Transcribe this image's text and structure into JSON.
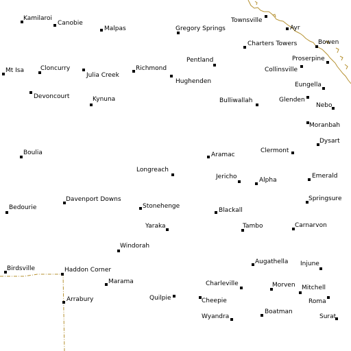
{
  "map": {
    "colors": {
      "background": "#ffffff",
      "coastline": "#b5902f",
      "state_border": "#b5902f",
      "marker": "#000000",
      "label": "#000000"
    },
    "places": [
      {
        "id": "kamilaroi",
        "name": "Kamilaroi"
      },
      {
        "id": "canobie",
        "name": "Canobie"
      },
      {
        "id": "malpas",
        "name": "Malpas"
      },
      {
        "id": "gregory-springs",
        "name": "Gregory Springs"
      },
      {
        "id": "townsville",
        "name": "Townsville"
      },
      {
        "id": "ayr",
        "name": "Ayr"
      },
      {
        "id": "charters-towers",
        "name": "Charters Towers"
      },
      {
        "id": "bowen",
        "name": "Bowen"
      },
      {
        "id": "proserpine",
        "name": "Proserpine"
      },
      {
        "id": "collinsville",
        "name": "Collinsville"
      },
      {
        "id": "pentland",
        "name": "Pentland"
      },
      {
        "id": "mt-isa",
        "name": "Mt Isa"
      },
      {
        "id": "cloncurry",
        "name": "Cloncurry"
      },
      {
        "id": "julia-creek",
        "name": "Julia Creek"
      },
      {
        "id": "richmond",
        "name": "Richmond"
      },
      {
        "id": "hughenden",
        "name": "Hughenden"
      },
      {
        "id": "eungella",
        "name": "Eungella"
      },
      {
        "id": "devoncourt",
        "name": "Devoncourt"
      },
      {
        "id": "kynuna",
        "name": "Kynuna"
      },
      {
        "id": "bulliwallah",
        "name": "Bulliwallah"
      },
      {
        "id": "glenden",
        "name": "Glenden"
      },
      {
        "id": "nebo",
        "name": "Nebo"
      },
      {
        "id": "moranbah",
        "name": "Moranbah"
      },
      {
        "id": "dysart",
        "name": "Dysart"
      },
      {
        "id": "boulia",
        "name": "Boulia"
      },
      {
        "id": "aramac",
        "name": "Aramac"
      },
      {
        "id": "clermont",
        "name": "Clermont"
      },
      {
        "id": "longreach",
        "name": "Longreach"
      },
      {
        "id": "jericho",
        "name": "Jericho"
      },
      {
        "id": "alpha",
        "name": "Alpha"
      },
      {
        "id": "emerald",
        "name": "Emerald"
      },
      {
        "id": "bedourie",
        "name": "Bedourie"
      },
      {
        "id": "davenport-downs",
        "name": "Davenport Downs"
      },
      {
        "id": "stonehenge",
        "name": "Stonehenge"
      },
      {
        "id": "blackall",
        "name": "Blackall"
      },
      {
        "id": "springsure",
        "name": "Springsure"
      },
      {
        "id": "yaraka",
        "name": "Yaraka"
      },
      {
        "id": "tambo",
        "name": "Tambo"
      },
      {
        "id": "carnarvon",
        "name": "Carnarvon"
      },
      {
        "id": "windorah",
        "name": "Windorah"
      },
      {
        "id": "augathella",
        "name": "Augathella"
      },
      {
        "id": "injune",
        "name": "Injune"
      },
      {
        "id": "birdsville",
        "name": "Birdsville"
      },
      {
        "id": "haddon-corner",
        "name": "Haddon Corner"
      },
      {
        "id": "marama",
        "name": "Marama"
      },
      {
        "id": "charleville",
        "name": "Charleville"
      },
      {
        "id": "morven",
        "name": "Morven"
      },
      {
        "id": "mitchell",
        "name": "Mitchell"
      },
      {
        "id": "arrabury",
        "name": "Arrabury"
      },
      {
        "id": "quilpie",
        "name": "Quilpie"
      },
      {
        "id": "cheepie",
        "name": "Cheepie"
      },
      {
        "id": "roma",
        "name": "Roma"
      },
      {
        "id": "wyandra",
        "name": "Wyandra"
      },
      {
        "id": "boatman",
        "name": "Boatman"
      },
      {
        "id": "surat",
        "name": "Surat"
      }
    ]
  }
}
